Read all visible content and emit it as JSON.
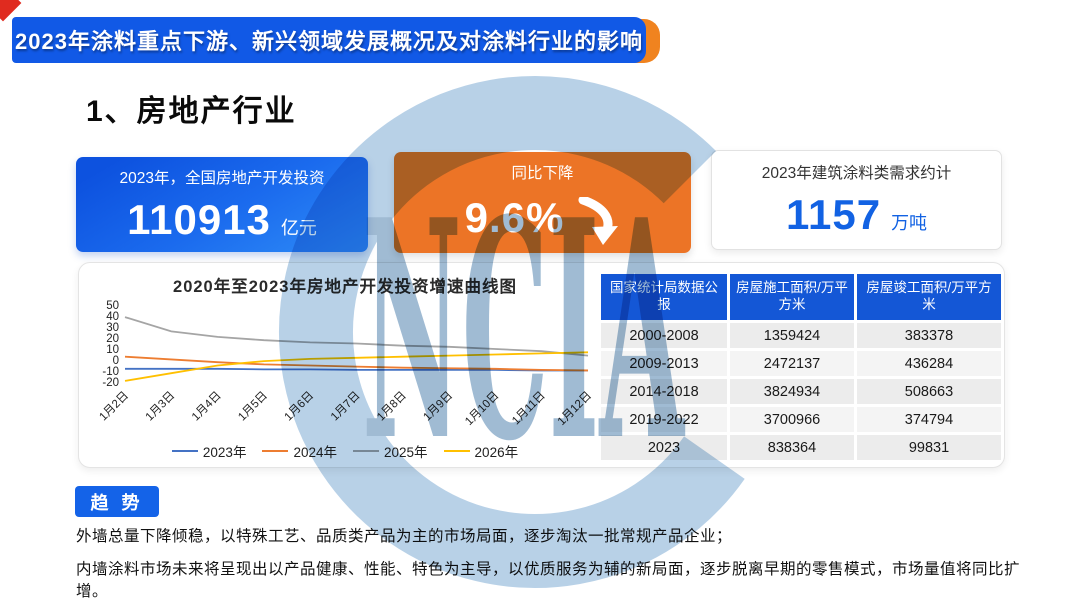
{
  "header": {
    "title": "2023年涂料重点下游、新兴领域发展概况及对涂料行业的影响"
  },
  "section": {
    "title": "1、房地产行业"
  },
  "cards": {
    "investment": {
      "label": "2023年，全国房地产开发投资",
      "value": "110913",
      "unit": "亿元"
    },
    "decline": {
      "label": "同比下降",
      "value": "9.6%",
      "icon": "curved-down-arrow"
    },
    "demand": {
      "label": "2023年建筑涂料类需求约计",
      "value": "1157",
      "unit": "万吨"
    }
  },
  "chart_data": {
    "type": "line",
    "title": "2020年至2023年房地产开发投资增速曲线图",
    "x": [
      "1月2日",
      "1月3日",
      "1月4日",
      "1月5日",
      "1月6日",
      "1月7日",
      "1月8日",
      "1月9日",
      "1月10日",
      "1月11日",
      "1月12日"
    ],
    "series": [
      {
        "name": "2023年",
        "color": "#4472c4",
        "values": [
          -8,
          -8,
          -8,
          -8.5,
          -8.5,
          -9,
          -9,
          -9,
          -9,
          -9.5,
          -9.5
        ]
      },
      {
        "name": "2024年",
        "color": "#ed7d31",
        "values": [
          3,
          0.5,
          -2,
          -4,
          -5,
          -6,
          -7,
          -7.5,
          -8,
          -9,
          -9.5
        ]
      },
      {
        "name": "2025年",
        "color": "#a5a5a5",
        "values": [
          39,
          26,
          21,
          18,
          16,
          15,
          13,
          12,
          10,
          8,
          4
        ]
      },
      {
        "name": "2026年",
        "color": "#ffc000",
        "values": [
          -19,
          -12,
          -5,
          -1,
          1,
          2,
          3,
          4,
          5,
          6,
          7
        ]
      }
    ],
    "yticks": [
      50,
      40,
      30,
      20,
      10,
      0,
      -10,
      -20
    ],
    "ylim": [
      -20,
      50
    ],
    "grid": false,
    "legend_position": "bottom"
  },
  "table": {
    "headers": [
      "国家统计局数据公报",
      "房屋施工面积/万平方米",
      "房屋竣工面积/万平方米"
    ],
    "rows": [
      [
        "2000-2008",
        "1359424",
        "383378"
      ],
      [
        "2009-2013",
        "2472137",
        "436284"
      ],
      [
        "2014-2018",
        "3824934",
        "508663"
      ],
      [
        "2019-2022",
        "3700966",
        "374794"
      ],
      [
        "2023",
        "838364",
        "99831"
      ]
    ]
  },
  "trend": {
    "badge": "趋 势",
    "lines": [
      "外墙总量下降倾稳，以特殊工艺、品质类产品为主的市场局面，逐步淘汰一批常规产品企业；",
      "内墙涂料市场未来将呈现出以产品健康、性能、特色为主导，以优质服务为辅的新局面，逐步脱离早期的零售模式，市场量值将同比扩增。"
    ]
  },
  "watermark": {
    "text": "NCIA"
  },
  "colors": {
    "header_blue": "#1159e6",
    "accent_orange": "#f0831f",
    "card_orange": "#ec7426",
    "value_blue": "#1262e3",
    "table_header_blue": "#1457d6",
    "watermark_ring": "#a9c7e2",
    "watermark_letters": "#8bacca"
  }
}
